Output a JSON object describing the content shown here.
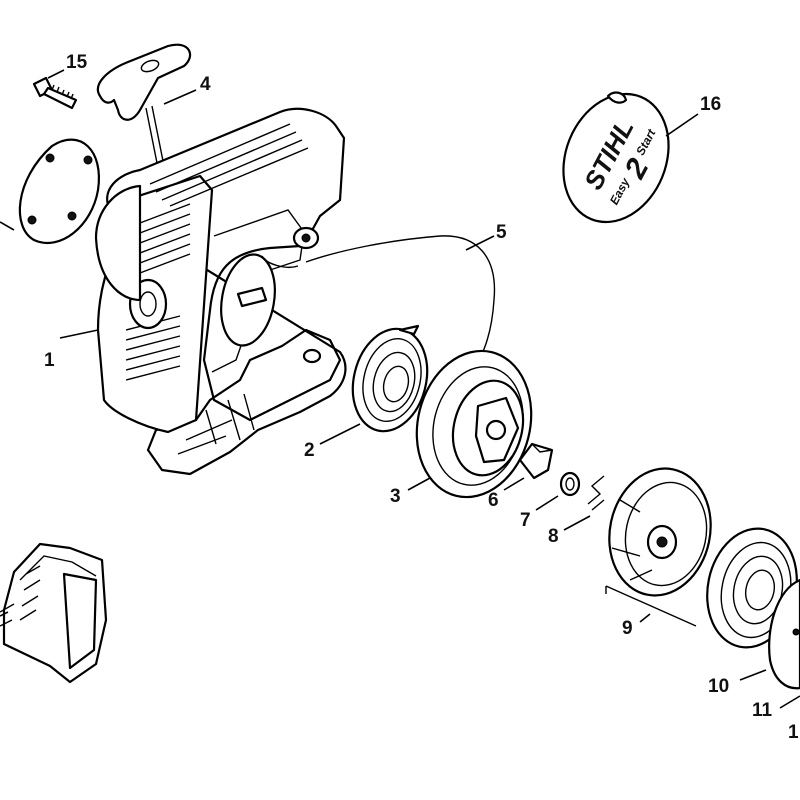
{
  "diagram": {
    "callouts": {
      "c1": "1",
      "c2": "2",
      "c3": "3",
      "c4": "4",
      "c5": "5",
      "c6": "6",
      "c7": "7",
      "c8": "8",
      "c9": "9",
      "c10": "10",
      "c11": "11",
      "c15": "15",
      "c16": "16",
      "c_partial": "1"
    },
    "decal": {
      "brand": "STIHL",
      "tagline_easy": "Easy",
      "tagline_2": "2",
      "tagline_start": "Start"
    }
  }
}
